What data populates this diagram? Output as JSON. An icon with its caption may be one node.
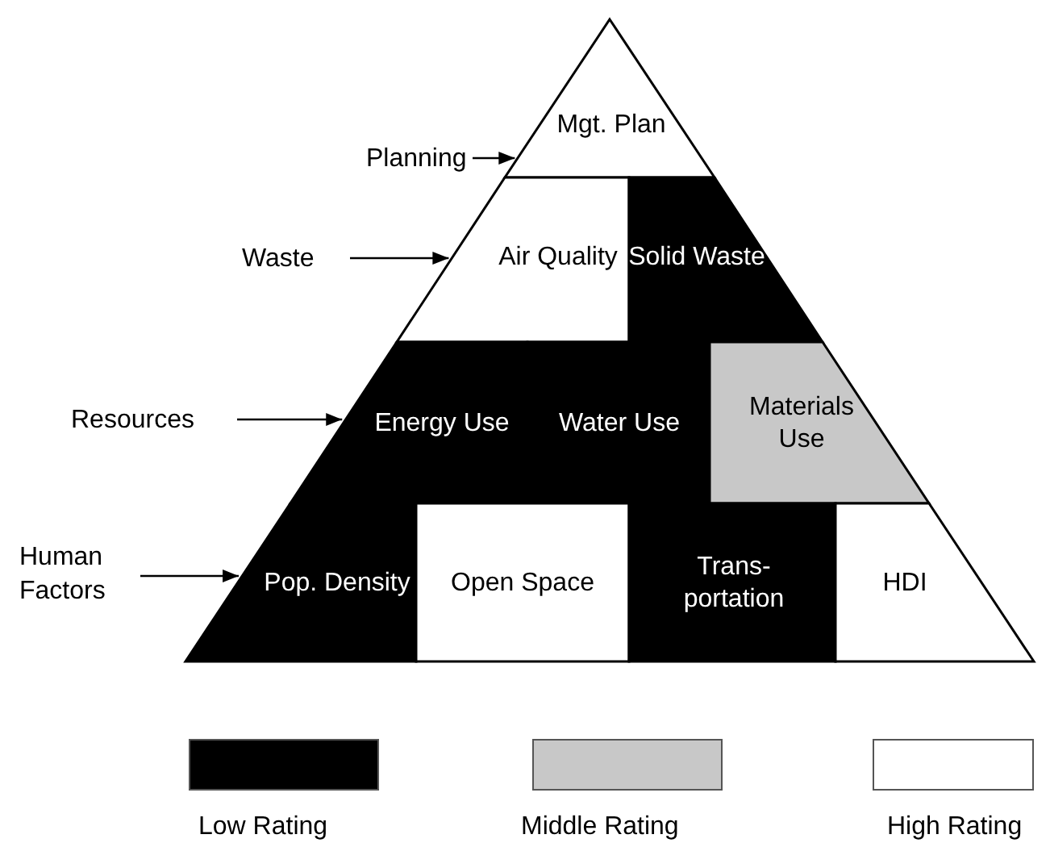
{
  "diagram": {
    "nodes": [
      {
        "text": [
          "Planning"
        ]
      },
      {
        "text": [
          "Mgt. Plan"
        ]
      },
      {
        "text": [
          "Waste"
        ]
      },
      {
        "text": [
          "Air Quality"
        ]
      },
      {
        "text": [
          "Solid Waste"
        ]
      },
      {
        "text": [
          "Resources"
        ]
      },
      {
        "text": [
          "Energy Use"
        ]
      },
      {
        "text": [
          "Water Use"
        ]
      },
      {
        "text": [
          "Materials Use"
        ]
      },
      {
        "text": [
          "Human Factors"
        ]
      },
      {
        "text": [
          "Pop. Density"
        ]
      },
      {
        "text": [
          "Open Space"
        ]
      },
      {
        "text": [
          "Trans- portation"
        ]
      },
      {
        "text": [
          "HDI"
        ]
      }
    ],
    "edges": [
      {
        "from": 0,
        "to": 1,
        "arrow": "to"
      },
      {
        "from": 2,
        "to": 3,
        "arrow": "to"
      },
      {
        "from": 5,
        "to": 6,
        "arrow": "to"
      },
      {
        "from": 9,
        "to": 10,
        "arrow": "to"
      }
    ],
    "legend": [
      {
        "text": "Low Rating",
        "color": "#000000"
      },
      {
        "text": "Middle Rating",
        "color": "#c8c8c8"
      },
      {
        "text": "High Rating",
        "color": "#ffffff"
      }
    ]
  }
}
